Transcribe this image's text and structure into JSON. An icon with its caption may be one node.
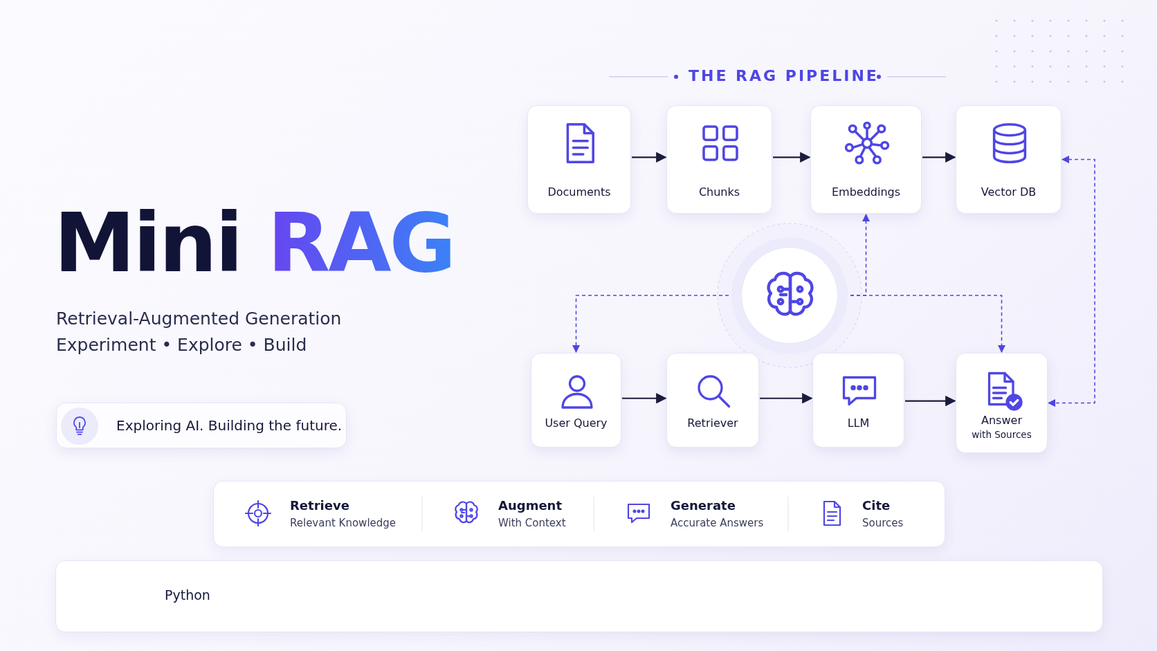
{
  "diagram": {
    "title": "Mini RAG",
    "nodes": [
      {
        "text": [
          "Documents"
        ]
      },
      {
        "text": [
          "Chunks"
        ]
      },
      {
        "text": [
          "Embeddings"
        ]
      },
      {
        "text": [
          "Vector DB"
        ]
      },
      {
        "text": [],
        "shape": "circle"
      },
      {
        "text": [
          "User Query"
        ]
      },
      {
        "text": [
          "Retriever"
        ]
      },
      {
        "text": [
          "LLM"
        ]
      },
      {
        "text": [
          "Answer",
          "with Sources"
        ]
      },
      {
        "text": [
          "Exploring AI. Building the future."
        ]
      }
    ],
    "edges": [
      {
        "from": 0,
        "to": 1,
        "arrow": "to"
      },
      {
        "from": 1,
        "to": 2,
        "arrow": "to"
      },
      {
        "from": 2,
        "to": 3,
        "arrow": "to"
      },
      {
        "from": 5,
        "to": 6,
        "arrow": "to"
      },
      {
        "from": 6,
        "to": 7,
        "arrow": "to"
      },
      {
        "from": 7,
        "to": 8,
        "arrow": "to"
      },
      {
        "from": 4,
        "to": 2,
        "arrow": "to",
        "style": "dashed",
        "color": "#4f46e5"
      },
      {
        "from": 4,
        "to": 5,
        "arrow": "to",
        "style": "dashed",
        "color": "#4f46e5"
      },
      {
        "from": 4,
        "to": 8,
        "arrow": "to",
        "style": "dashed",
        "color": "#4f46e5"
      },
      {
        "from": 3,
        "to": 8,
        "arrow": "both",
        "style": "dashed",
        "color": "#4f46e5"
      }
    ],
    "labels": [
      "THE RAG PIPELINE",
      "Retrieval-Augmented Generation",
      "Experiment • Explore • Build",
      "Retrieve",
      "Relevant Knowledge",
      "Augment",
      "With Context",
      "Generate",
      "Accurate Answers",
      "Cite",
      "Sources",
      "Python"
    ]
  }
}
